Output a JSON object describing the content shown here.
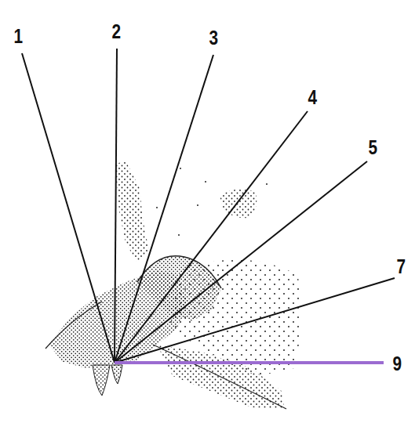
{
  "diagram": {
    "labels": [
      "1",
      "2",
      "3",
      "4",
      "5",
      "7",
      "9"
    ]
  }
}
